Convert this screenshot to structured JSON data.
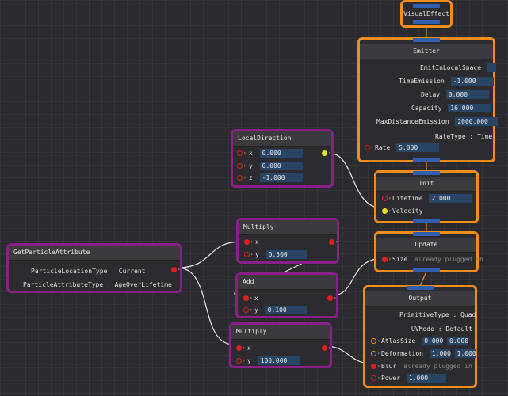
{
  "visual_effect": {
    "title": "VisualEffect"
  },
  "emitter": {
    "title": "Emitter",
    "emit_in_local_space": "EmitInLocalSpace",
    "time_emission_label": "TimeEmission",
    "time_emission_value": "-1.000",
    "delay_label": "Delay",
    "delay_value": "0.000",
    "capacity_label": "Capacity",
    "capacity_value": "16.000",
    "max_distance_label": "MaxDistanceEmission",
    "max_distance_value": "2000.000",
    "rate_type": "RateType : Time",
    "rate_label": "Rate",
    "rate_value": "5.000"
  },
  "init": {
    "title": "Init",
    "lifetime_label": "Lifetime",
    "lifetime_value": "2.000",
    "velocity_label": "Velocity"
  },
  "update": {
    "title": "Update",
    "size_label": "Size",
    "size_value": "already plugged in"
  },
  "output": {
    "title": "Output",
    "primitive_type": "PrimitiveType : Quad",
    "uv_mode": "UVMode : Default",
    "atlas_size_label": "AtlasSize",
    "atlas_x": "0.000",
    "atlas_y": "0.000",
    "deformation_label": "Deformation",
    "deform_x": "1.000",
    "deform_y": "1.000",
    "blur_label": "Blur",
    "blur_value": "already plugged in",
    "power_label": "Power",
    "power_value": "1.000"
  },
  "local_direction": {
    "title": "LocalDirection",
    "x_label": "x",
    "x_value": "0.000",
    "y_label": "y",
    "y_value": "0.000",
    "z_label": "z",
    "z_value": "-1.000"
  },
  "multiply1": {
    "title": "Multiply",
    "x_label": "x",
    "y_label": "y",
    "y_value": "0.500"
  },
  "add": {
    "title": "Add",
    "x_label": "x",
    "y_label": "y",
    "y_value": "0.100"
  },
  "multiply2": {
    "title": "Multiply",
    "x_label": "x",
    "y_label": "y",
    "y_value": "100.000"
  },
  "get_attr": {
    "title": "GetParticleAttribute",
    "location_type": "ParticleLocationType : Current",
    "attribute_type": "ParticleAttributeType : AgeOverLifetime"
  }
}
